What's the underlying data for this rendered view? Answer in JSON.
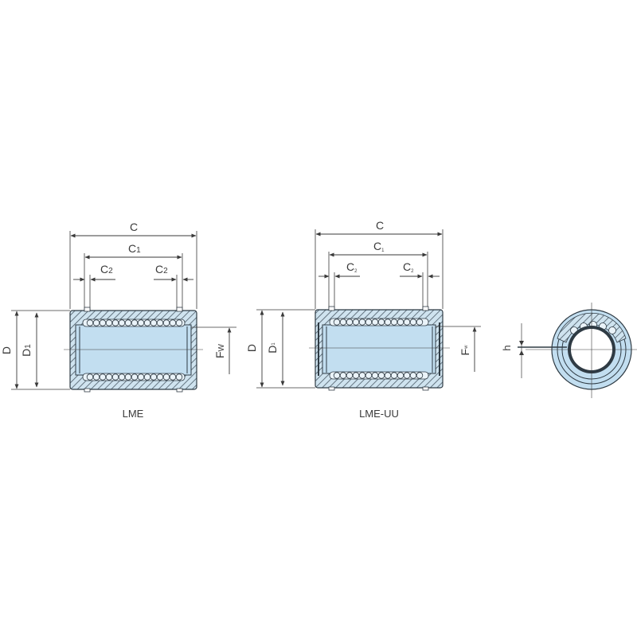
{
  "colors": {
    "background": "#ffffff",
    "line": "#3a3a3a",
    "bore_fill": "#c2def0",
    "shell_fill": "#cfe3ef",
    "hatch": "#4a5a66",
    "ball": "#eaf3f9"
  },
  "views": [
    {
      "id": "lme",
      "caption": "LME",
      "dims": {
        "C": "C",
        "C1_main": "C",
        "C1_sub": "1",
        "C2_main": "C",
        "C2_sub": "2",
        "D": "D",
        "D1_main": "D",
        "D1_sub": "1",
        "Fw_main": "F",
        "Fw_sub": "W"
      }
    },
    {
      "id": "lme-uu",
      "caption": "LME-UU",
      "dims": {
        "C": "C",
        "C1_main": "C",
        "C1_sub": "1",
        "C2_main": "C",
        "C2_sub": "2",
        "D": "D",
        "D1_main": "D",
        "D1_sub": "1",
        "Fw_main": "F",
        "Fw_sub": "w"
      }
    },
    {
      "id": "end-view",
      "caption": "",
      "dims": {
        "h": "h"
      }
    }
  ]
}
